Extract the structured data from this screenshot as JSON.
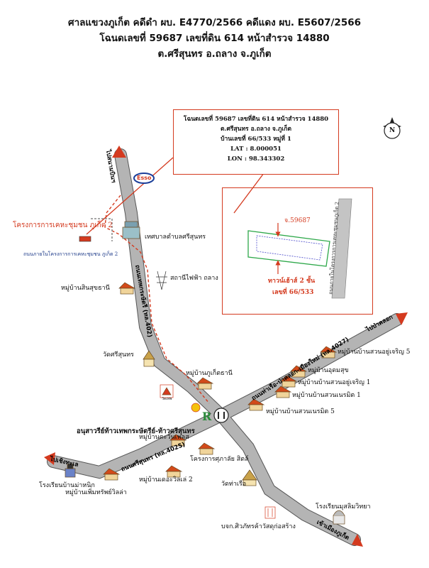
{
  "header": {
    "line1": "ศาลแขวงภูเก็ต คดีดำ ผบ. E4770/2566 คดีแดง ผบ. E5607/2566",
    "line2": "โฉนดเลขที่ 59687 เลขที่ดิน 614 หน้าสำรวจ 14880",
    "line3": "ต.ศรีสุนทร อ.ถลาง จ.ภูเก็ต"
  },
  "info_box": {
    "line1": "โฉนดเลขที่ 59687 เลขที่ดิน 614 หน้าสำรวจ 14880",
    "line2": "ต.ศรีสุนทร อ.ถลาง จ.ภูเก็ต",
    "line3": "บ้านเลขที่ 66/533 หมู่ที่ 1",
    "lat": "LAT : 8.000051",
    "lon": "LON : 98.343302"
  },
  "compass": {
    "letter": "N"
  },
  "inset": {
    "parcel_label": "จ.59687",
    "building_label": "ทาวน์เฮ้าส์ 2 ชั้น",
    "house_no_label": "เลขที่ 66/533",
    "road_label": "ถนนภายในโครงการการเคหะชุมชนภูเก็ต 2"
  },
  "roads": {
    "thepkrasattri": "ถนนเทพกระษัตรี (ทล.402)",
    "pa_khlok": "ถนนท่าเรือ-ป่าคลอก-เมืองใหม่ (ทล.4027)",
    "si_sunthon": "ถนนศรีสุนทร (ทล.4025)",
    "inner_road": "ถนนภายในโครงการการเคหะชุมชน ภูเก็ต 2"
  },
  "directions": {
    "to_airport": "ไปสนามบินฯ",
    "to_pa_khlok": "ไปป่าคลอก",
    "to_choeng_thale": "ไปเชิงทะเล",
    "to_phuket_city": "เข้าเมืองภูเก็ต"
  },
  "landmarks": {
    "project": "โครงการการเคหะชุมชน ภูเก็ต 2",
    "municipality": "เทศบาลตำบลศรีสุนทร",
    "substation": "สถานีไฟฟ้า ถลาง",
    "sin_suk_thani": "หมู่บ้านสินสุขธานี",
    "wat_si_sunthon": "วัดศรีสุนทร",
    "phuket_thani": "หมู่บ้านภูเก็ตธานี",
    "monument": "อนุสาวรีย์ท้าวเทพกระษัตรีย์-ท้าวศรีสุนทร",
    "suan_yu_charoen_5": "หมู่บ้านบ้านสวนอยู่เจริญ 5",
    "udom_suk": "หมู่บ้านอุดมสุข",
    "suan_yu_charoen_1": "หมู่บ้านบ้านสวนอยู่เจริญ 1",
    "suan_nermit_1": "หมู่บ้านบ้านสวนเนรมิต 1",
    "suan_nermit_5": "หมู่บ้านบ้านสวนเนรมิต 5",
    "tawan_place": "หมู่บ้านตะวันเพลส",
    "suk_lai_style": "โครงการศุภาลัย สิตล์",
    "wat_tha_rua": "วัดท่าเรือ",
    "ban_maneenak": "โรงเรียนบ้านม่าหนิก",
    "permsap_villa": "หมู่บ้านเพิ่มทรัพย์วิลล่า",
    "the_villa_2": "หมู่บ้านเดอะวิลเล่ 2",
    "muslim_school": "โรงเรียนมุสลิมวิทยา",
    "construction_co": "บจก.ศิวภัทรค้าวัสดุก่อสร้าง",
    "esso": "Esso",
    "temple_badge": "วัดเทพ"
  },
  "colors": {
    "arrow_red": "#d43a1f",
    "road_gray": "#a8a8a8",
    "plot_green": "#2ea84a"
  }
}
